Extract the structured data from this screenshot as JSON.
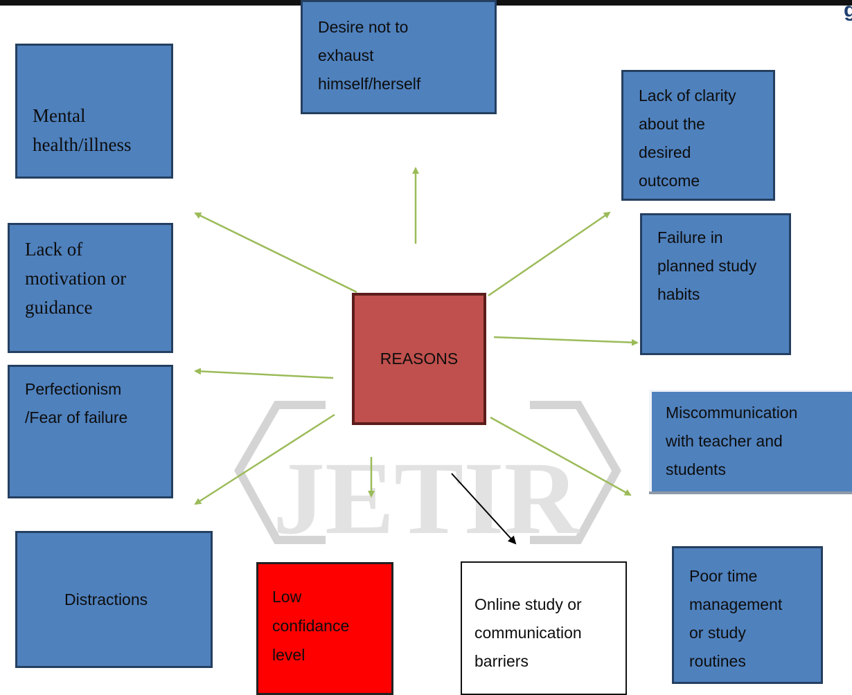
{
  "center": {
    "label": "REASONS"
  },
  "watermark": {
    "text": "JETIR"
  },
  "boxes": {
    "desire": [
      "Desire not to",
      "exhaust",
      "himself/herself"
    ],
    "mental": [
      "Mental",
      "health/illness"
    ],
    "clarity": [
      "Lack of clarity",
      "about the",
      "desired",
      "outcome"
    ],
    "motivation": [
      "Lack of",
      "motivation or",
      "guidance"
    ],
    "failure": [
      "Failure in",
      "planned study",
      "habits"
    ],
    "perfection": [
      "Perfectionism",
      "/Fear of failure"
    ],
    "miscomm": [
      "Miscommunication",
      "with teacher and",
      "students"
    ],
    "distractions": [
      "Distractions"
    ],
    "confidence": [
      "Low",
      "confidance",
      "level"
    ],
    "online": [
      "Online study or",
      "communication",
      "barriers"
    ],
    "poortime": [
      "Poor time",
      "management",
      "or study",
      "routines"
    ]
  },
  "colors": {
    "box_fill": "#4f81bd",
    "box_border": "#243f60",
    "center_fill": "#c0504d",
    "alert_fill": "#ff0000",
    "arrow_green": "#9bbb59"
  }
}
